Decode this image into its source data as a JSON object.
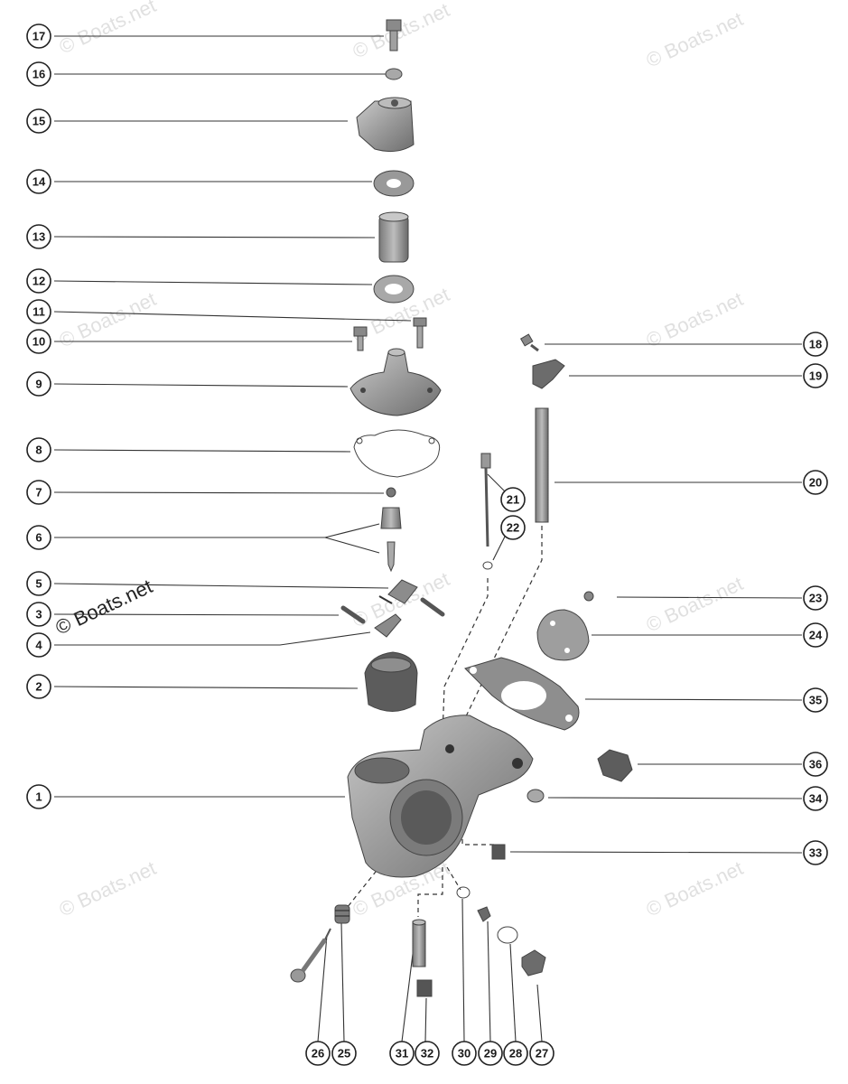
{
  "watermark": {
    "text": "© Boats.net"
  },
  "callouts": [
    "1",
    "2",
    "3",
    "4",
    "5",
    "6",
    "7",
    "8",
    "9",
    "10",
    "11",
    "12",
    "13",
    "14",
    "15",
    "16",
    "17",
    "18",
    "19",
    "20",
    "21",
    "22",
    "23",
    "24",
    "25",
    "26",
    "27",
    "28",
    "29",
    "30",
    "31",
    "32",
    "33",
    "34",
    "35",
    "36"
  ],
  "colors": {
    "line": "#333333",
    "part_fill": "#9a9a9a",
    "part_dark": "#6e6e6e",
    "background": "#ffffff"
  }
}
